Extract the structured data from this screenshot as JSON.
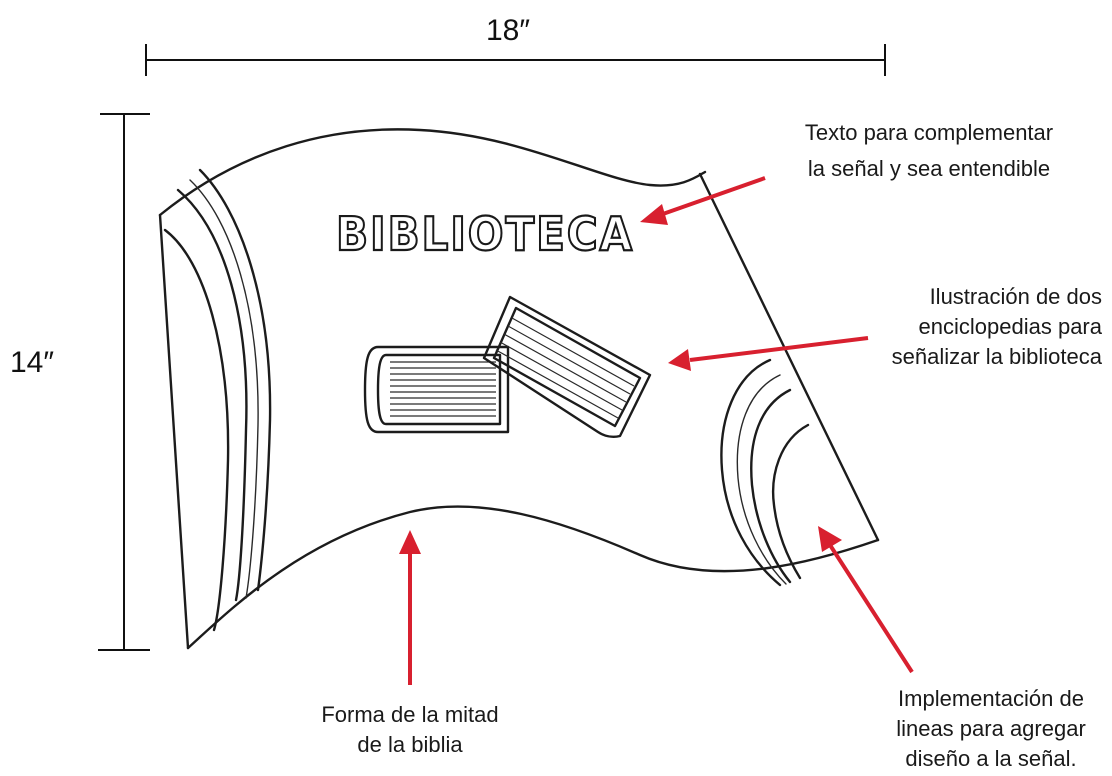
{
  "dimensions": {
    "width_label": "18″",
    "height_label": "14″"
  },
  "sign_text": "BIBLIOTECA",
  "annotations": {
    "text_note": [
      "Texto para complementar",
      "la señal y sea entendible"
    ],
    "illustration_note": [
      "Ilustración de dos",
      "enciclopedias para",
      "señalizar la biblioteca"
    ],
    "shape_note": [
      "Forma de la mitad",
      "de la biblia"
    ],
    "lines_note": [
      "Implementación de",
      "lineas para agregar",
      "diseño a la señal."
    ]
  },
  "colors": {
    "arrow": "#d8202f",
    "sketch": "#1c1c1c"
  }
}
